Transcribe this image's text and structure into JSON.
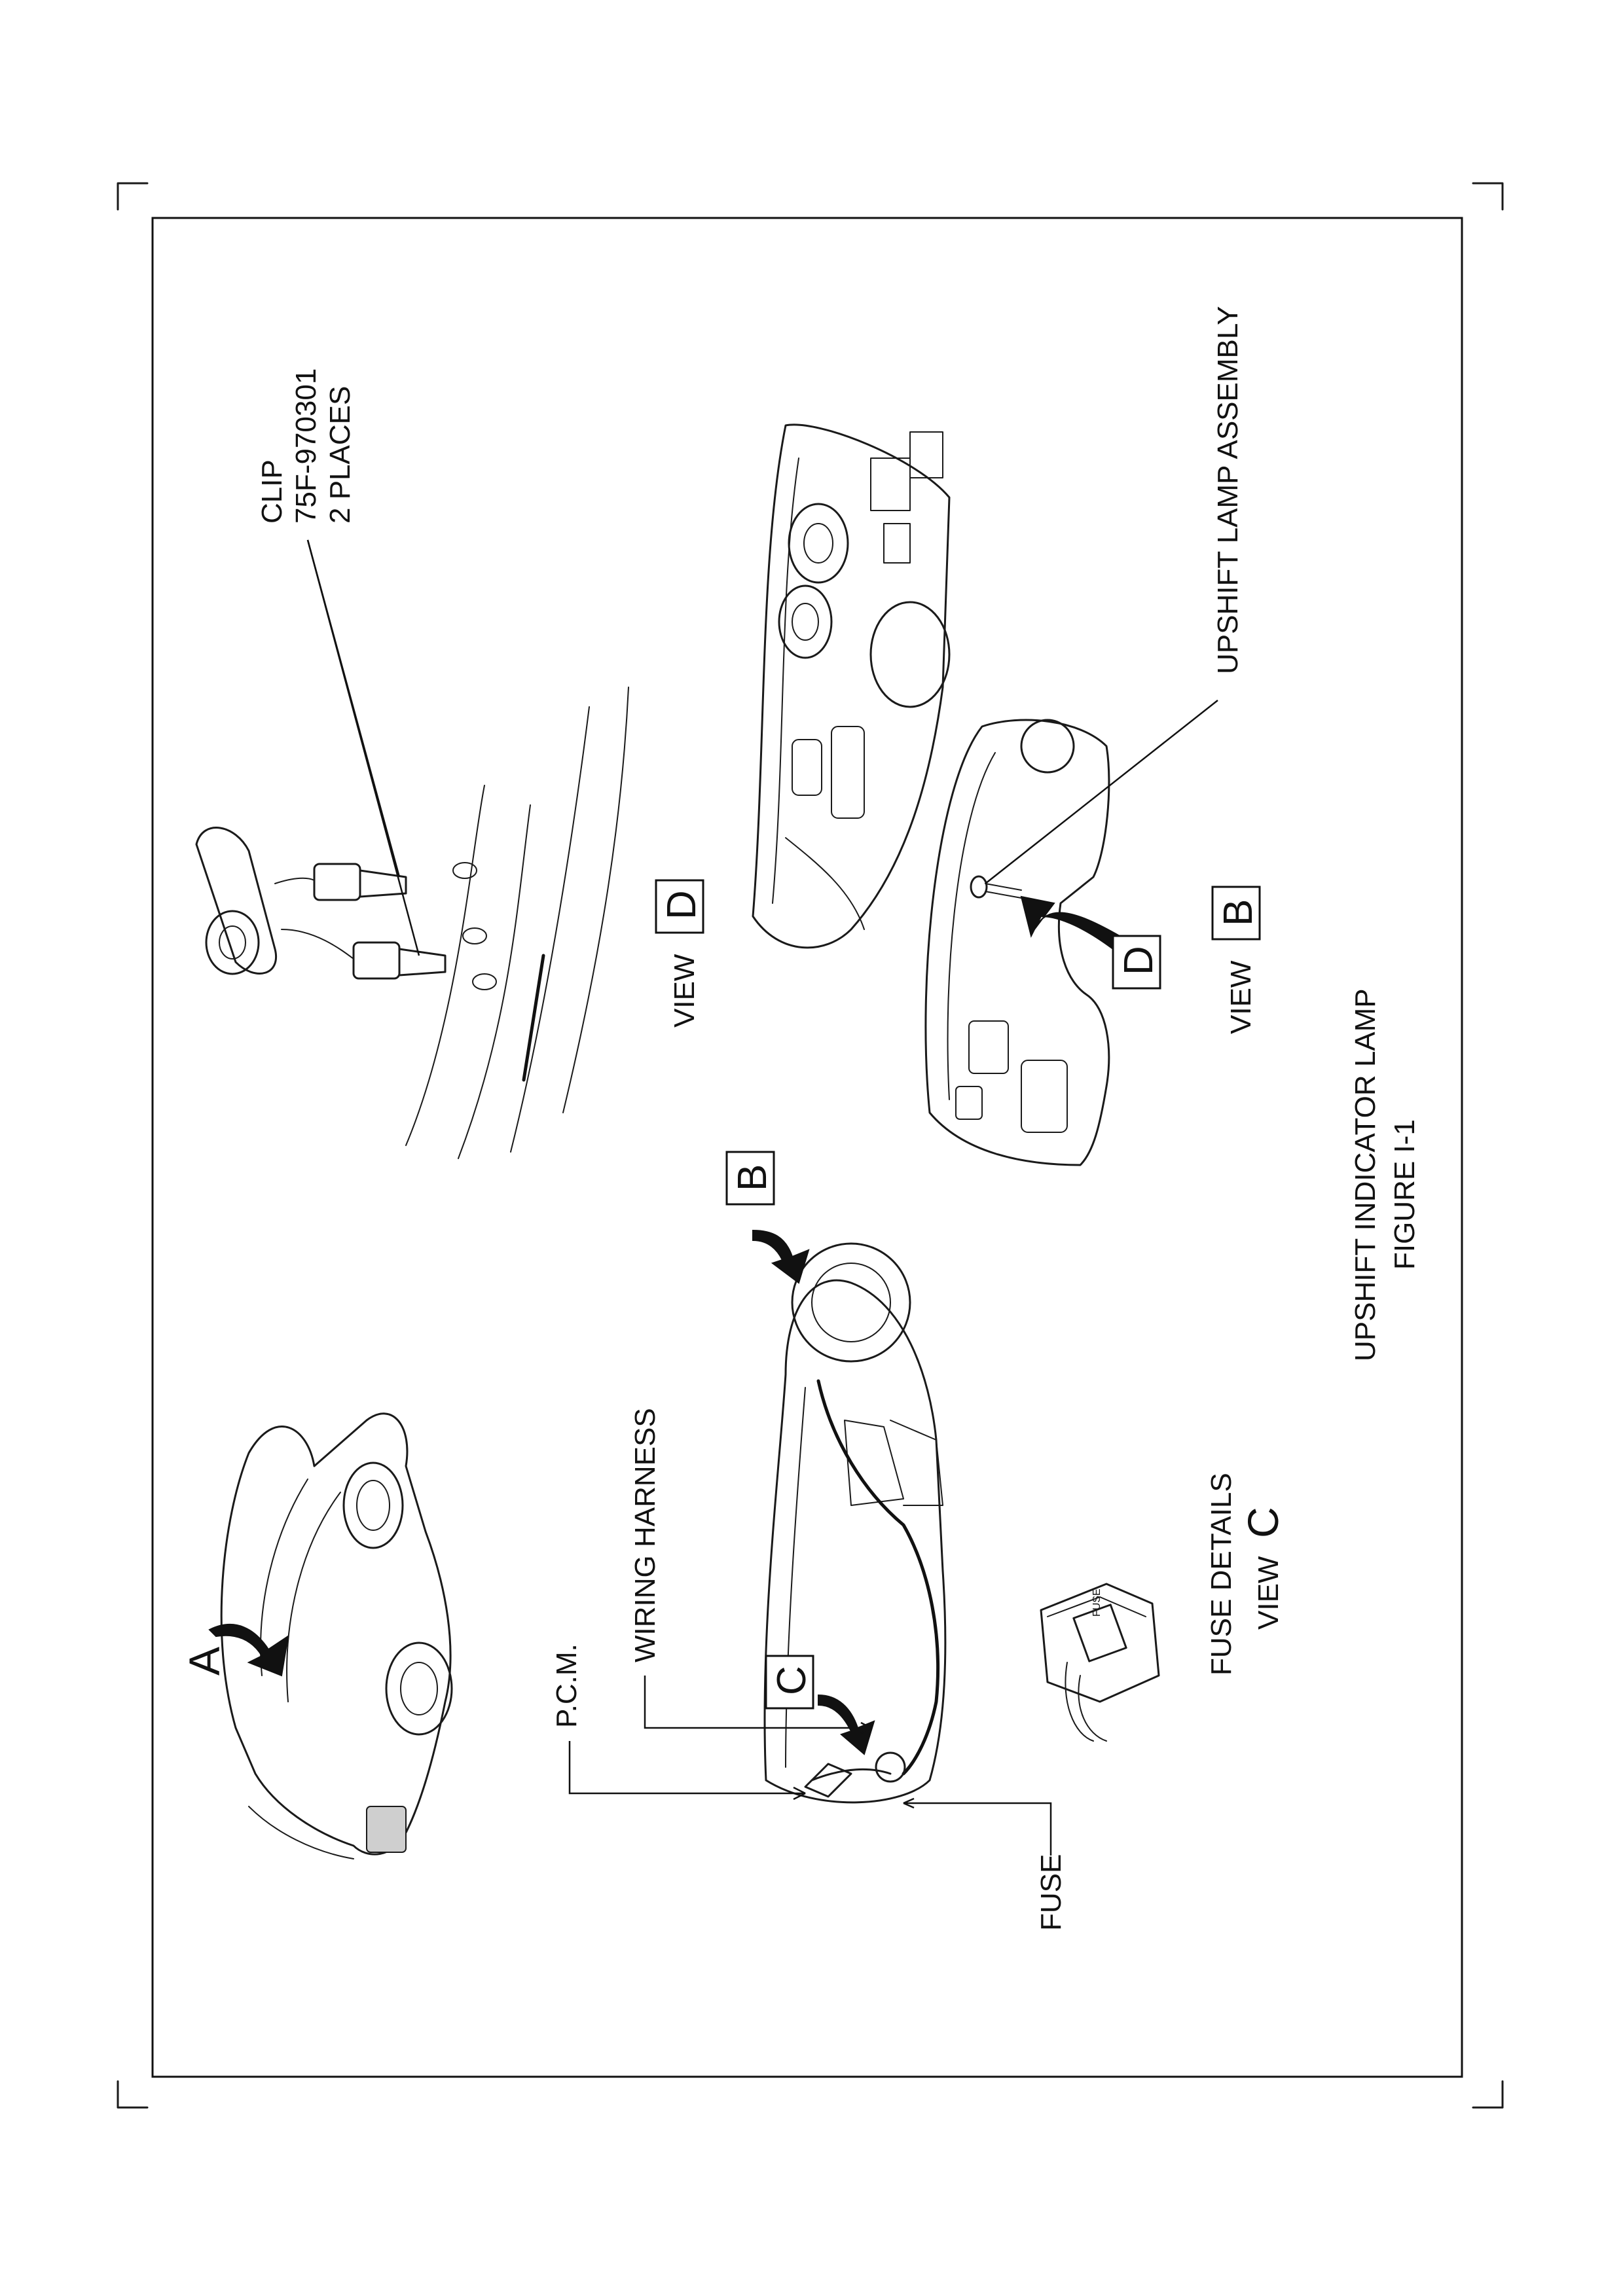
{
  "labels": {
    "clip_line1": "CLIP",
    "clip_line2": "75F-970301",
    "clip_line3": "2 PLACES",
    "upshift_assembly": "UPSHIFT LAMP  ASSEMBLY",
    "view_d_word": "VIEW",
    "view_d_letter": "D",
    "view_b_word": "VIEW",
    "view_b_letter": "B",
    "callout_d": "D",
    "callout_b": "B",
    "callout_a": "A",
    "callout_c": "C",
    "wiring_harness": "WIRING HARNESS",
    "pcm": "P.C.M.",
    "fuse": "FUSE",
    "fuse_details": "FUSE DETAILS",
    "view_c_word": "VIEW",
    "view_c_letter": "C",
    "fuse_tag": "FUSE",
    "figure_title": "UPSHIFT INDICATOR LAMP",
    "figure_number": "FIGURE I-1"
  },
  "colors": {
    "ink": "#111111",
    "paper": "#ffffff"
  }
}
